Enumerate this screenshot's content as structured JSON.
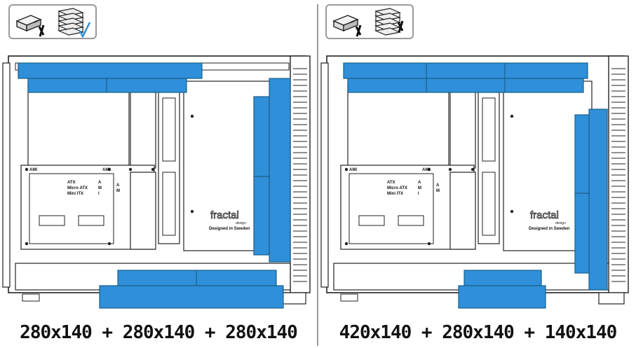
{
  "colors": {
    "radiator": "#2f8fd8",
    "radiator_edge": "#1b5e8c",
    "line": "#222222",
    "frame": "#9a9a9a"
  },
  "icons": [
    "drive-cage-icon",
    "drive-tray-stack-icon",
    "crossed-out-mark-icon"
  ],
  "board": {
    "form_factors": [
      "ATX",
      "Micro ATX",
      "Mini ITX"
    ],
    "form_codes": [
      "A",
      "M",
      "I"
    ],
    "side_codes": [
      "A",
      "M"
    ],
    "tag": "AMI"
  },
  "brand": {
    "name": "fractal",
    "sub": "design",
    "tagline": "Designed in Sweden"
  },
  "configs": [
    {
      "caption": "280x140 + 280x140 + 280x140"
    },
    {
      "caption": "420x140 + 280x140 + 140x140"
    }
  ]
}
